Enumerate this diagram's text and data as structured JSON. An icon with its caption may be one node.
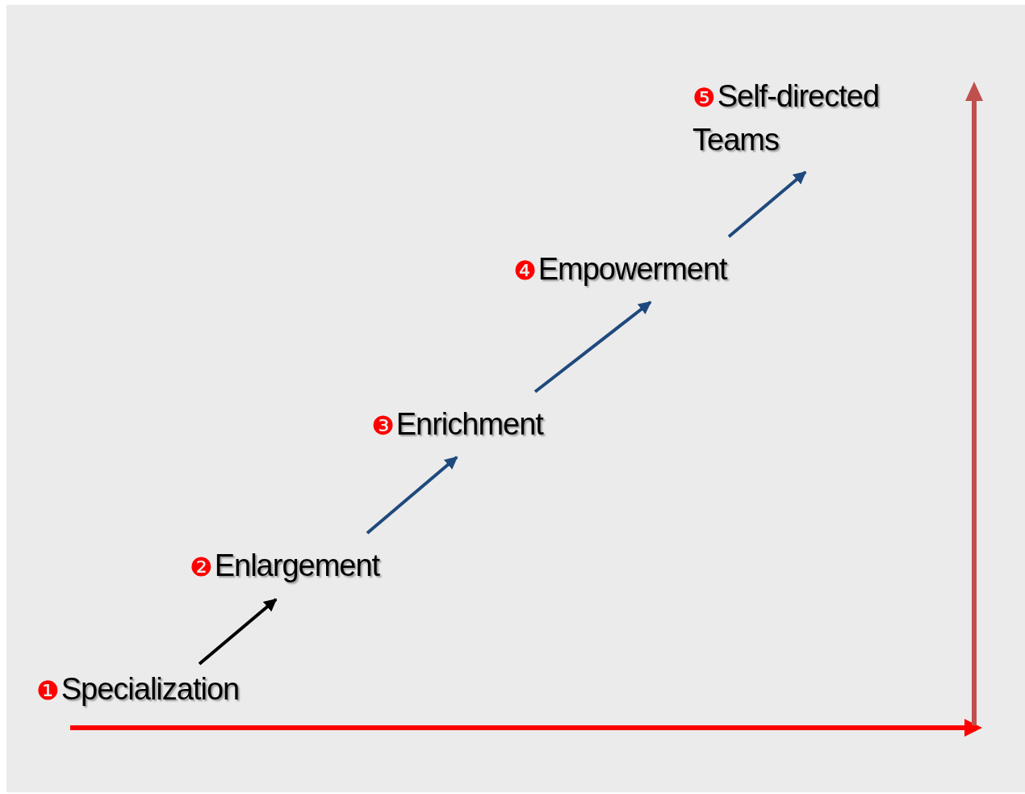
{
  "diagram": {
    "nodes": [
      {
        "text": [
          "❶",
          "Specialization"
        ]
      },
      {
        "text": [
          "❷",
          "Enlargement"
        ]
      },
      {
        "text": [
          "❸",
          "Enrichment"
        ]
      },
      {
        "text": [
          "❹",
          "Empowerment"
        ]
      },
      {
        "text": [
          "❺",
          "Self-directed Teams"
        ]
      }
    ],
    "edges": [
      {
        "from": 0,
        "to": 1,
        "arrow": "to",
        "color": "#000000"
      },
      {
        "from": 1,
        "to": 2,
        "arrow": "to"
      },
      {
        "from": 2,
        "to": 3,
        "arrow": "to"
      },
      {
        "from": 3,
        "to": 4,
        "arrow": "to"
      }
    ]
  }
}
